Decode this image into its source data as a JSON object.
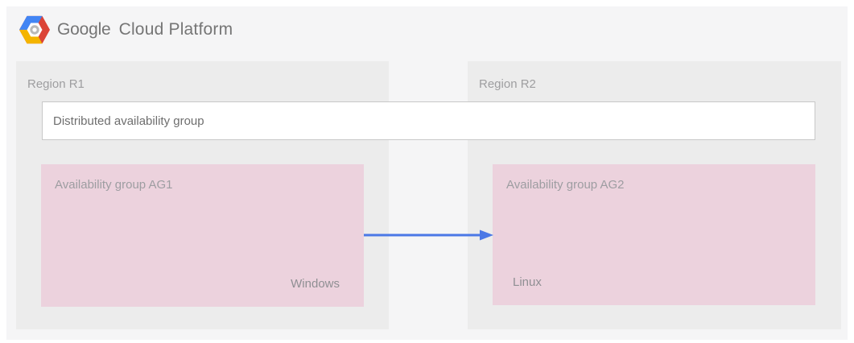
{
  "header": {
    "brand_google": "Google",
    "brand_suffix": "Cloud Platform",
    "logo_icon": "google-cloud-platform-logo"
  },
  "diagram": {
    "regions": [
      {
        "label": "Region R1"
      },
      {
        "label": "Region R2"
      }
    ],
    "distributed_availability_group": {
      "label": "Distributed availability group"
    },
    "availability_groups": [
      {
        "title": "Availability group AG1",
        "os": "Windows"
      },
      {
        "title": "Availability group AG2",
        "os": "Linux"
      }
    ],
    "arrow": {
      "from": "Availability group AG1",
      "to": "Availability group AG2",
      "direction": "left-to-right"
    }
  },
  "colors": {
    "page_bg": "#ffffff",
    "canvas_bg": "#f5f5f6",
    "region_bg": "#ececec",
    "availability_group_bg": "#ecd2dd",
    "dag_box_bg": "#ffffff",
    "dag_box_border": "#c8c8c8",
    "arrow_blue": "#4b78e6",
    "logo_blue": "#4285f4",
    "logo_red": "#db4437",
    "logo_yellow": "#f4b400",
    "brand_text_gray": "#757575",
    "label_gray": "#9e9ea0"
  }
}
